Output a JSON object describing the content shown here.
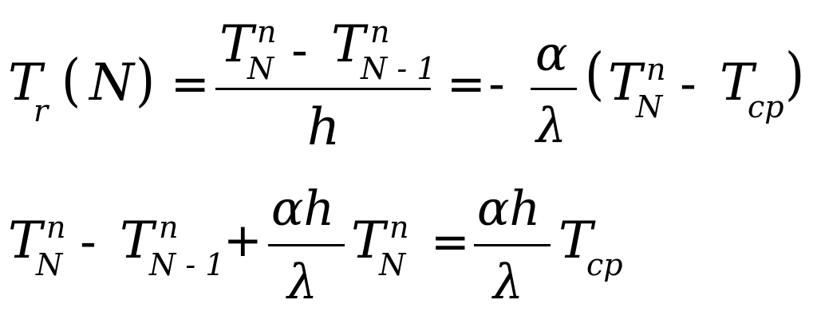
{
  "formula": {
    "line1": {
      "lhs_T": "T",
      "lhs_sub": "r",
      "lparen": "(",
      "N": "N",
      "rparen": ")",
      "eq1": "=",
      "frac1": {
        "num_T1": "T",
        "num_T1_sub": "N",
        "num_T1_sup": "n",
        "minus": "-",
        "num_T2": "T",
        "num_T2_sub": "N - 1",
        "num_T2_sup": "n",
        "den": "h"
      },
      "eq2": "=",
      "neg": "-",
      "frac2": {
        "num": "α",
        "den": "λ"
      },
      "lparen2": "(",
      "T3": "T",
      "T3_sub": "N",
      "T3_sup": "n",
      "minus2": "-",
      "T4": "T",
      "T4_sub": "cp",
      "rparen2": ")"
    },
    "line2": {
      "T1": "T",
      "T1_sub": "N",
      "T1_sup": "n",
      "minus": "-",
      "T2": "T",
      "T2_sub": "N - 1",
      "T2_sup": "n",
      "plus": "+",
      "frac1": {
        "num": "αh",
        "den": "λ"
      },
      "T3": "T",
      "T3_sub": "N",
      "T3_sup": "n",
      "eq": "=",
      "frac2": {
        "num": "αh",
        "den": "λ"
      },
      "T4": "T",
      "T4_sub": "cp"
    }
  }
}
